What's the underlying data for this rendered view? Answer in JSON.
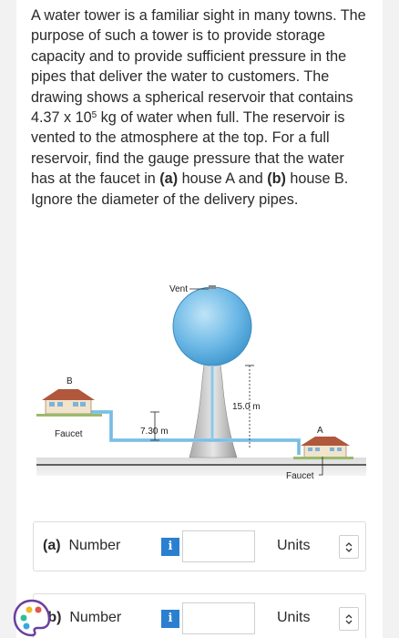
{
  "problem": {
    "p1": "A water tower is a familiar sight in many towns. The purpose of such a tower is to provide storage capacity and to provide sufficient pressure in the pipes that deliver the water to customers. The drawing shows a spherical reservoir that contains 4.37 x 10",
    "exp": "5",
    "p2": " kg of water when full. The reservoir is vented to the atmosphere at the top. For a full reservoir, find the gauge pressure that the water has at the faucet in ",
    "a_tag": "(a)",
    "a_text": " house A and ",
    "b_tag": "(b)",
    "b_text": " house B. Ignore the diameter of the delivery pipes."
  },
  "diagram": {
    "vent": "Vent",
    "label_b": "B",
    "label_a": "A",
    "faucet_left": "Faucet",
    "faucet_right": "Faucet",
    "dim_short": "7.30 m",
    "dim_tall": "15.0 m"
  },
  "answers": [
    {
      "tag": "(a)",
      "number_label": "Number",
      "units_label": "Units",
      "info": "i",
      "value": ""
    },
    {
      "tag": "(b)",
      "number_label": "Number",
      "units_label": "Units",
      "info": "i",
      "value": ""
    }
  ],
  "colors": {
    "info_blue": "#2b7fd1",
    "tower_blue": "#6cb8e6",
    "pipe_blue": "#8cc8ea"
  }
}
